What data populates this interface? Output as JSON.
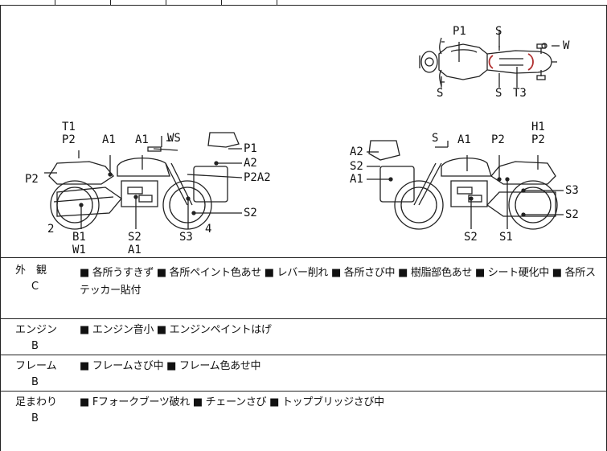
{
  "diagram": {
    "top_view_labels": [
      "P1",
      "S",
      "W",
      "S",
      "S",
      "T3"
    ],
    "left_view_labels": [
      "T1",
      "P2",
      "A1",
      "A1",
      "WS",
      "P1",
      "P2",
      "A2",
      "P2A2",
      "S2",
      "2",
      "B1",
      "W1",
      "S2",
      "A1",
      "S3",
      "4"
    ],
    "right_view_labels": [
      "S",
      "A1",
      "P2",
      "H1",
      "P2",
      "A2",
      "S2",
      "A1",
      "S3",
      "S2",
      "S2",
      "S1"
    ]
  },
  "conditions": [
    {
      "category": "外　観",
      "grade": "C",
      "items": "■ 各所うすきず ■ 各所ペイント色あせ ■ レバー削れ ■ 各所さび中 ■ 樹脂部色あせ ■ シート硬化中 ■ 各所ステッカー貼付"
    },
    {
      "category": "エンジン",
      "grade": "B",
      "items": "■ エンジン音小 ■ エンジンペイントはげ"
    },
    {
      "category": "フレーム",
      "grade": "B",
      "items": "■ フレームさび中 ■ フレーム色あせ中"
    },
    {
      "category": "足まわり",
      "grade": "B",
      "items": "■ Fフォークブーツ破れ ■ チェーンさび ■ トップブリッジさび中"
    }
  ]
}
